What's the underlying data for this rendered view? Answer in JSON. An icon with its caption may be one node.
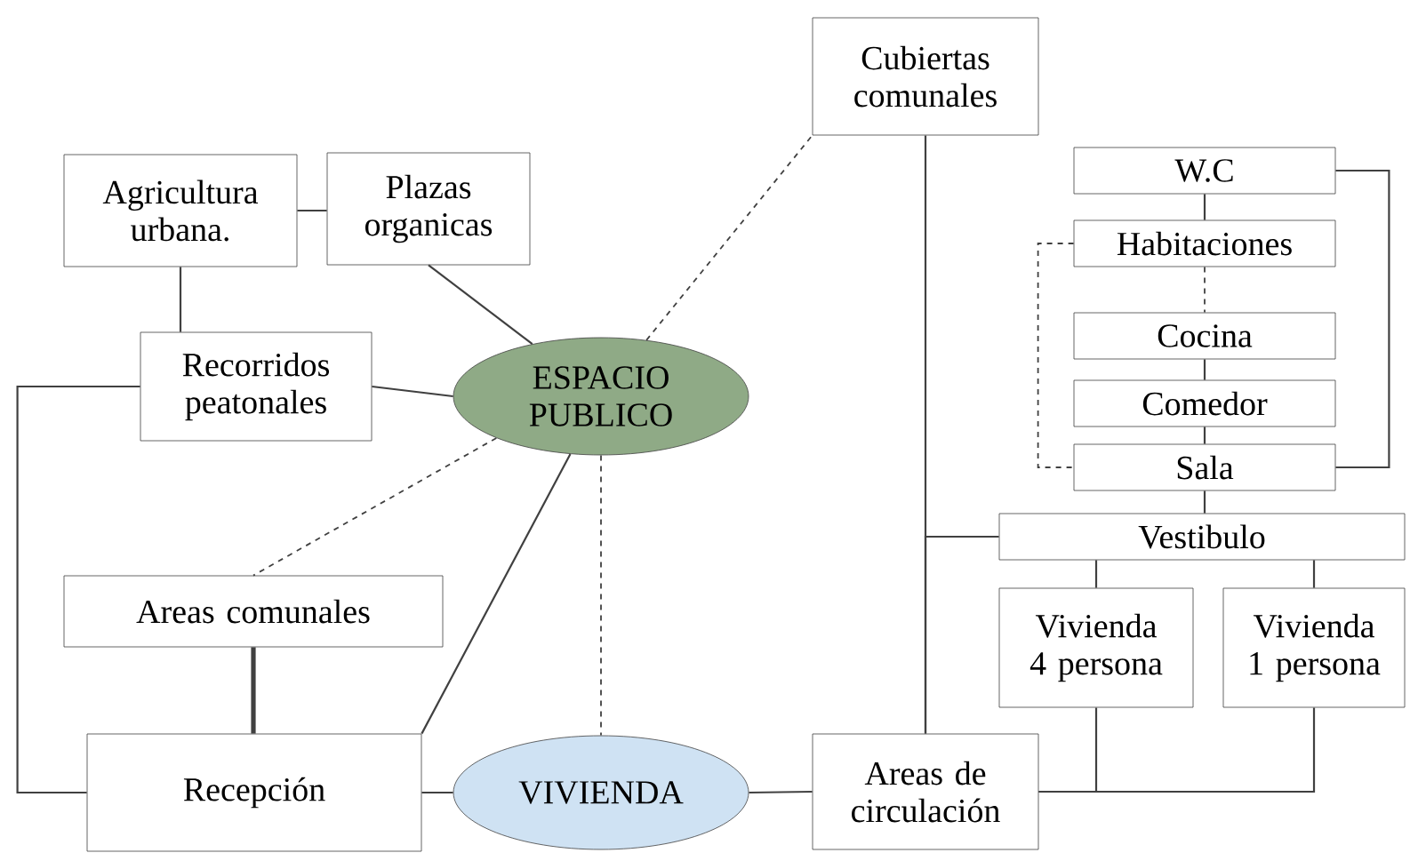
{
  "diagram": {
    "nodes": [
      {
        "text": [
          "Cubiertas comunales"
        ]
      },
      {
        "text": [
          "W.C"
        ]
      },
      {
        "text": [
          "Agricultura urbana."
        ]
      },
      {
        "text": [
          "Plazas organicas"
        ]
      },
      {
        "text": [
          "Habitaciones"
        ]
      },
      {
        "text": [
          "Cocina"
        ]
      },
      {
        "text": [
          "Recorridos peatonales"
        ]
      },
      {
        "text": [
          "ESPACIO PUBLICO"
        ]
      },
      {
        "text": [
          "Comedor"
        ]
      },
      {
        "text": [
          "Sala"
        ]
      },
      {
        "text": [
          "Vestibulo"
        ]
      },
      {
        "text": [
          "Areas comunales"
        ]
      },
      {
        "text": [
          "Vivienda 4 persona"
        ]
      },
      {
        "text": [
          "Vivienda 1 persona"
        ]
      },
      {
        "text": [
          "Recepción"
        ]
      },
      {
        "text": [
          "VIVIENDA"
        ]
      },
      {
        "text": [
          "Areas de circulación"
        ]
      }
    ],
    "edges": [
      {
        "from": 2,
        "to": 3,
        "arrow": "none"
      },
      {
        "from": 2,
        "to": 6,
        "arrow": "none"
      },
      {
        "from": 3,
        "to": 7,
        "arrow": "none"
      },
      {
        "from": 6,
        "to": 7,
        "arrow": "none"
      },
      {
        "from": 6,
        "to": 14,
        "arrow": "none"
      },
      {
        "from": 7,
        "to": 11,
        "arrow": "none",
        "style": "dashed"
      },
      {
        "from": 7,
        "to": 14,
        "arrow": "none"
      },
      {
        "from": 7,
        "to": 15,
        "arrow": "none",
        "style": "dashed"
      },
      {
        "from": 7,
        "to": 0,
        "arrow": "none",
        "style": "dashed"
      },
      {
        "from": 11,
        "to": 14,
        "arrow": "none",
        "style": "thick"
      },
      {
        "from": 14,
        "to": 15,
        "arrow": "none"
      },
      {
        "from": 15,
        "to": 16,
        "arrow": "none"
      },
      {
        "from": 0,
        "to": 16,
        "arrow": "none"
      },
      {
        "from": 10,
        "to": 16,
        "arrow": "none"
      },
      {
        "from": 1,
        "to": 4,
        "arrow": "none"
      },
      {
        "from": 4,
        "to": 5,
        "arrow": "none",
        "style": "dashed"
      },
      {
        "from": 5,
        "to": 8,
        "arrow": "none"
      },
      {
        "from": 8,
        "to": 9,
        "arrow": "none"
      },
      {
        "from": 9,
        "to": 10,
        "arrow": "none"
      },
      {
        "from": 1,
        "to": 9,
        "arrow": "none"
      },
      {
        "from": 4,
        "to": 9,
        "arrow": "none",
        "style": "dashed"
      },
      {
        "from": 10,
        "to": 12,
        "arrow": "none"
      },
      {
        "from": 10,
        "to": 13,
        "arrow": "none"
      },
      {
        "from": 12,
        "to": 16,
        "arrow": "none"
      },
      {
        "from": 13,
        "to": 16,
        "arrow": "none"
      }
    ]
  }
}
